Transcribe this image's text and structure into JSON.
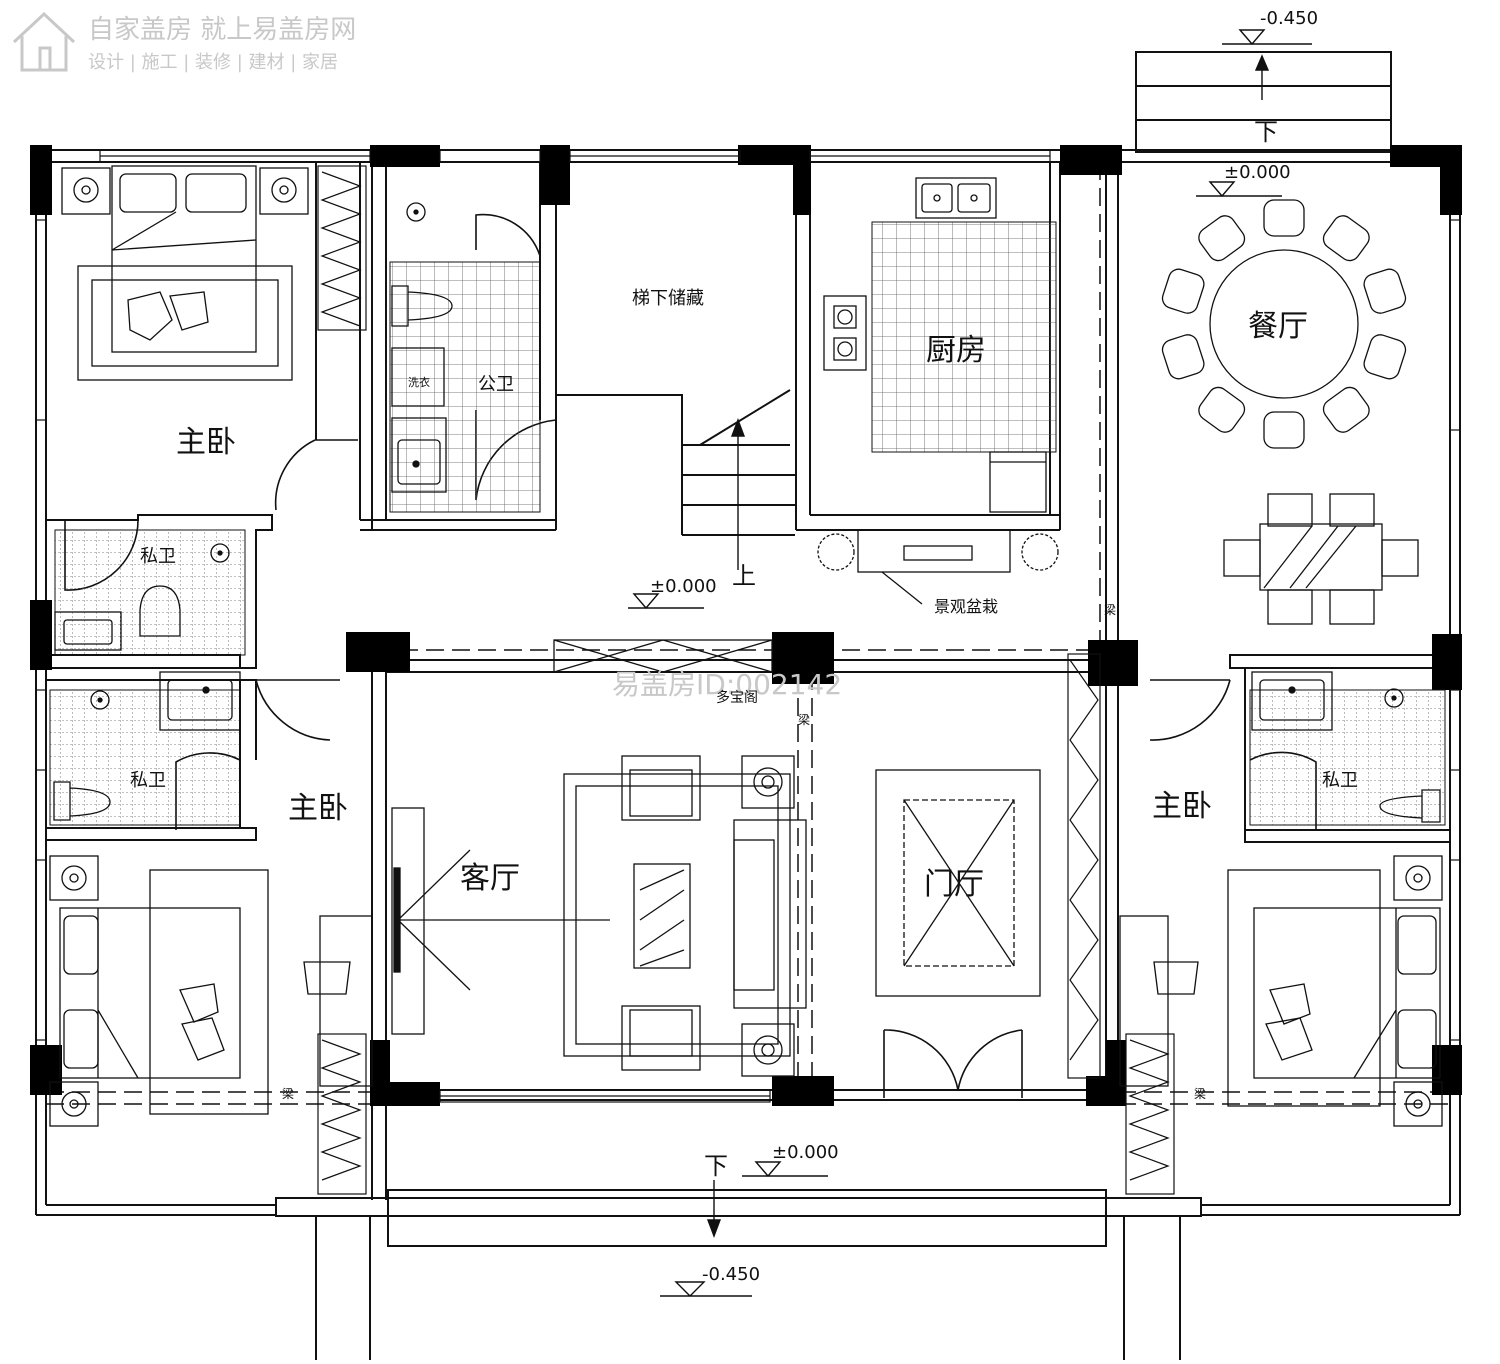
{
  "watermark": {
    "brand": "自家盖房 就上易盖房网",
    "tagline": "设计 | 施工 | 装修 | 建材 | 家居",
    "id_text": "易盖房ID:002142"
  },
  "rooms": {
    "master_bed_nw": "主卧",
    "master_bed_sw": "主卧",
    "master_bed_se": "主卧",
    "private_bath_nw": "私卫",
    "private_bath_sw": "私卫",
    "private_bath_se": "私卫",
    "public_bath": "公卫",
    "laundry": "洗衣",
    "stair_storage": "梯下储藏",
    "kitchen": "厨房",
    "dining": "餐厅",
    "living": "客厅",
    "foyer": "门厅",
    "curio_shelf": "多宝阁",
    "planter": "景观盆栽"
  },
  "annotations": {
    "up": "上",
    "down_top": "下",
    "down_bottom": "下",
    "beam": "梁"
  },
  "elevations": {
    "top_outside": "-0.450",
    "dining_floor": "±0.000",
    "hall_floor": "±0.000",
    "front_terrace": "±0.000",
    "bottom_outside": "-0.450"
  },
  "colors": {
    "line": "#111111",
    "wall": "#000000",
    "watermark": "#c8c8c8"
  }
}
